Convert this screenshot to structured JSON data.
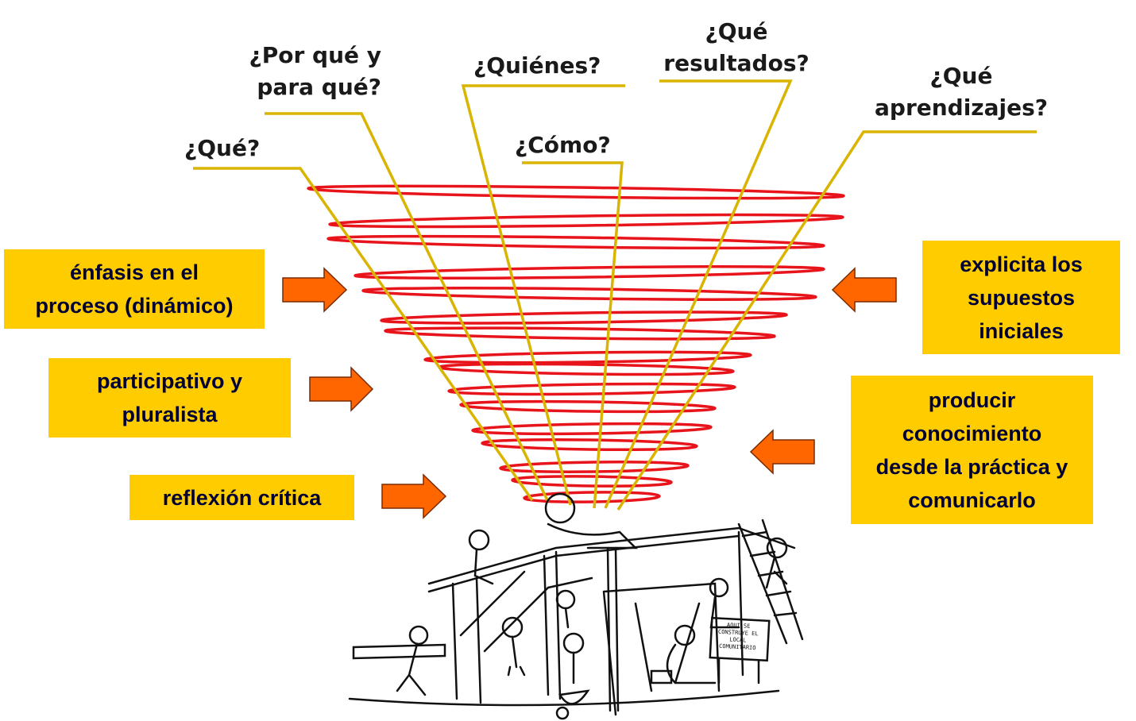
{
  "questions": {
    "que": "¿Qué?",
    "por_que_line1": "¿Por qué y",
    "por_que_line2": "para qué?",
    "quienes": "¿Quiénes?",
    "como": "¿Cómo?",
    "resultados_line1": "¿Qué",
    "resultados_line2": "resultados?",
    "aprendizajes_line1": "¿Qué",
    "aprendizajes_line2": "aprendizajes?"
  },
  "left_boxes": [
    {
      "lines": [
        "énfasis en el",
        "proceso (dinámico)"
      ]
    },
    {
      "lines": [
        "participativo y",
        "pluralista"
      ]
    },
    {
      "lines": [
        "reflexión crítica"
      ]
    }
  ],
  "right_boxes": [
    {
      "lines": [
        "explicita los",
        "supuestos",
        "iniciales"
      ]
    },
    {
      "lines": [
        "producir",
        "conocimiento",
        "desde la práctica y",
        "comunicarlo"
      ]
    }
  ],
  "illustration": {
    "sign_text": "AQUÍ SE CONSTRUYE EL LOCAL COMUNITARIO"
  },
  "colors": {
    "box": "#FFCC00",
    "box_text": "#000033",
    "arrow": "#FF6600",
    "spiral": "#E8141B",
    "question_lines": "#D9B400"
  }
}
